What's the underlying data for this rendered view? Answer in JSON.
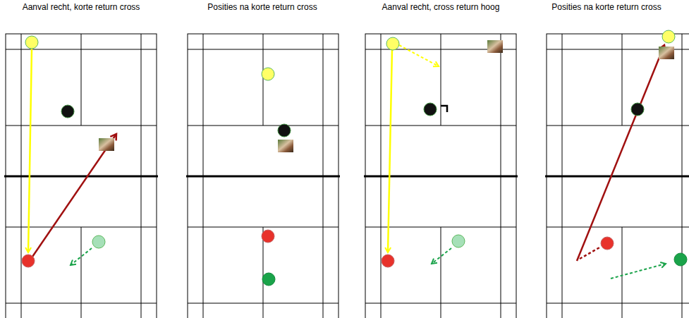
{
  "diagram": {
    "labels": [
      "Aanval recht, korte return cross",
      "Posities na korte return cross",
      "Aanval recht, cross return hoog",
      "Posities na korte return cross"
    ]
  }
}
